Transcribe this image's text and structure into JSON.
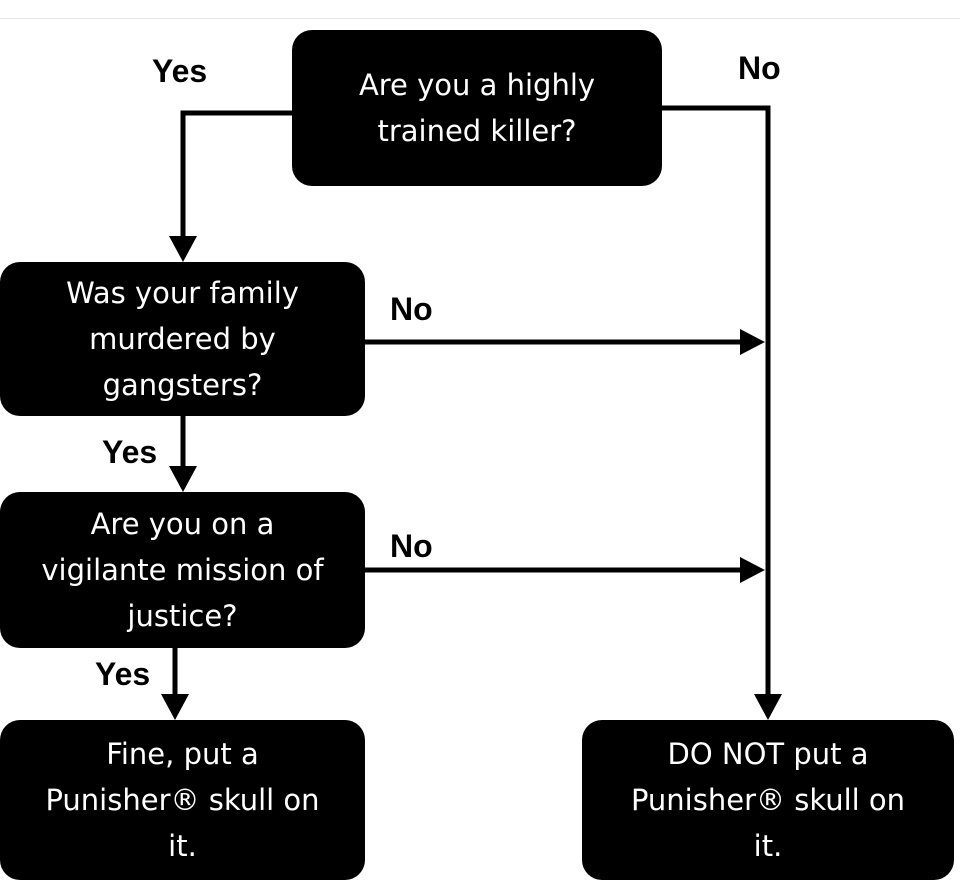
{
  "nodes": {
    "q1": "Are you a highly\ntrained killer?",
    "q2": "Was your family\nmurdered by\ngangsters?",
    "q3": "Are you on a\nvigilante mission of\njustice?",
    "result_yes": "Fine, put a\nPunisher® skull on\nit.",
    "result_no": "DO NOT put a\nPunisher® skull on\nit."
  },
  "edge_labels": {
    "q1_yes": "Yes",
    "q1_no": "No",
    "q2_yes": "Yes",
    "q2_no": "No",
    "q3_yes": "Yes",
    "q3_no": "No"
  },
  "colors": {
    "node_fill": "#000000",
    "node_text": "#ffffff",
    "line": "#000000",
    "background": "#ffffff"
  }
}
